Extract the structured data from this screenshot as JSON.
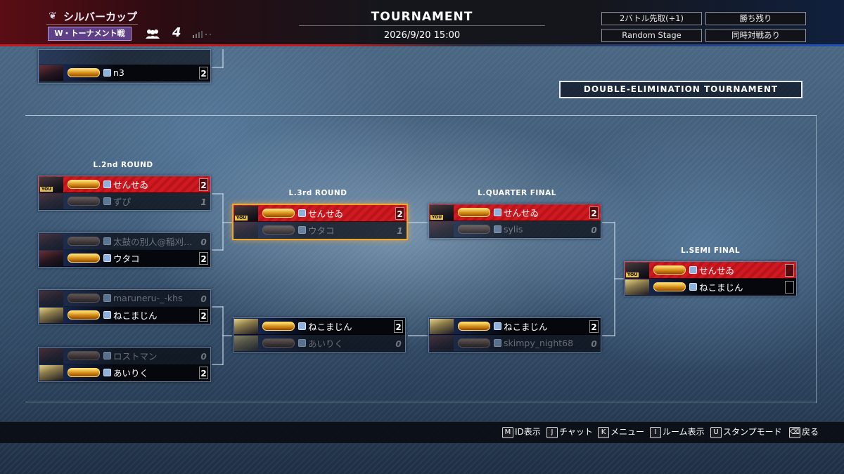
{
  "header": {
    "cup_name": "シルバーカップ",
    "format_badge": "W・トーナメント戦",
    "participant_count": "4",
    "title": "TOURNAMENT",
    "datetime": "2026/9/20 15:00",
    "rules": {
      "battle_rule": "2バトル先取(+1)",
      "survival": "勝ち残り",
      "stage": "Random Stage",
      "spectate": "同時対戦あり"
    }
  },
  "bracket": {
    "type_label": "DOUBLE-ELIMINATION TOURNAMENT",
    "rounds": {
      "l2": "L.2nd ROUND",
      "l3": "L.3rd ROUND",
      "lqf": "L.QUARTER FINAL",
      "lsf": "L.SEMI FINAL"
    },
    "matches": {
      "top": {
        "p2": {
          "name": "n3",
          "score": "2"
        }
      },
      "l2_1": {
        "p1": {
          "name": "せんせゐ",
          "score": "2"
        },
        "p2": {
          "name": "ずぴ",
          "score": "1"
        }
      },
      "l2_2": {
        "p1": {
          "name": "太鼓の別人@稲刈準…",
          "score": "0"
        },
        "p2": {
          "name": "ウタコ",
          "score": "2"
        }
      },
      "l2_3": {
        "p1": {
          "name": "maruneru-_-khs",
          "score": "0"
        },
        "p2": {
          "name": "ねこまじん",
          "score": "2"
        }
      },
      "l2_4": {
        "p1": {
          "name": "ロストマン",
          "score": "0"
        },
        "p2": {
          "name": "あいりく",
          "score": "2"
        }
      },
      "l3_1": {
        "p1": {
          "name": "せんせゐ",
          "score": "2"
        },
        "p2": {
          "name": "ウタコ",
          "score": "1"
        }
      },
      "l3_2": {
        "p1": {
          "name": "ねこまじん",
          "score": "2"
        },
        "p2": {
          "name": "あいりく",
          "score": "0"
        }
      },
      "lqf_1": {
        "p1": {
          "name": "せんせゐ",
          "score": "2"
        },
        "p2": {
          "name": "sylis",
          "score": "0"
        }
      },
      "lqf_2": {
        "p1": {
          "name": "ねこまじん",
          "score": "2"
        },
        "p2": {
          "name": "skimpy_night68",
          "score": "0"
        }
      },
      "lsf_1": {
        "p1": {
          "name": "せんせゐ",
          "score": ""
        },
        "p2": {
          "name": "ねこまじん",
          "score": ""
        }
      }
    },
    "you_tag": "YOU"
  },
  "footer": {
    "help": [
      {
        "key": "M",
        "label": "ID表示"
      },
      {
        "key": "J",
        "label": "チャット"
      },
      {
        "key": "K",
        "label": "メニュー"
      },
      {
        "key": "I",
        "label": "ルーム表示"
      },
      {
        "key": "U",
        "label": "スタンプモード"
      },
      {
        "key": "⌫",
        "label": "戻る"
      }
    ]
  },
  "colors": {
    "winner_red": "#d01920",
    "highlight": "#f0a634",
    "badge_purple": "#5f3f86"
  }
}
